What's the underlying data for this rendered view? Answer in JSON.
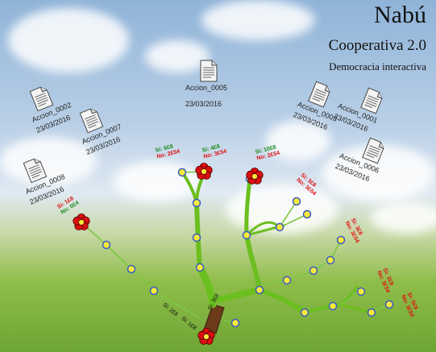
{
  "app": {
    "title": "Nabú",
    "subtitle": "Cooperativa 2.0",
    "tagline": "Democracia interactiva"
  },
  "documents": [
    {
      "name": "Accion_0005",
      "date": "23/03/2016"
    },
    {
      "name": "Accion_0002",
      "date": "23/03/2016"
    },
    {
      "name": "Accion_0007",
      "date": "23/03/2016"
    },
    {
      "name": "Accion_0008",
      "date": "23/03/2016"
    },
    {
      "name": "Accion_0003",
      "date": "23/03/2016"
    },
    {
      "name": "Accion_0001",
      "date": "23/03/2016"
    },
    {
      "name": "Accion_0006",
      "date": "23/03/2016"
    }
  ],
  "votes": [
    {
      "yes": "Si: 1£8",
      "no": "No: 0£4"
    },
    {
      "yes": "Si: 6£8",
      "no": "No: 2£54"
    },
    {
      "yes": "Si: 4£8",
      "no": "No: 3£54"
    },
    {
      "yes": "Si: 10£8",
      "no": "No: 2£54"
    },
    {
      "yes": "Si: 3£8",
      "no": "No: 3£54"
    },
    {
      "yes": "Si: 3£8",
      "no": "No: 3£54"
    },
    {
      "yes": "Si: 2£8",
      "no": "No: 3£54"
    },
    {
      "yes": "Si: 5£8",
      "no": "No: 3£54"
    }
  ],
  "trunk_labels": [
    "Si: 3£8",
    "Si: 2£8",
    "Si: 1£8"
  ],
  "colors": {
    "branch": "#6bbf1f",
    "trunk": "#6b3b1a",
    "node_fill": "#f6ea3a",
    "node_stroke": "#3a59c4",
    "flower": "#d81010",
    "vote_yes": "#1a8a1a",
    "vote_no": "#e01010"
  },
  "icons": {
    "document": "document-icon",
    "flower": "flower-icon",
    "node": "node-icon"
  }
}
